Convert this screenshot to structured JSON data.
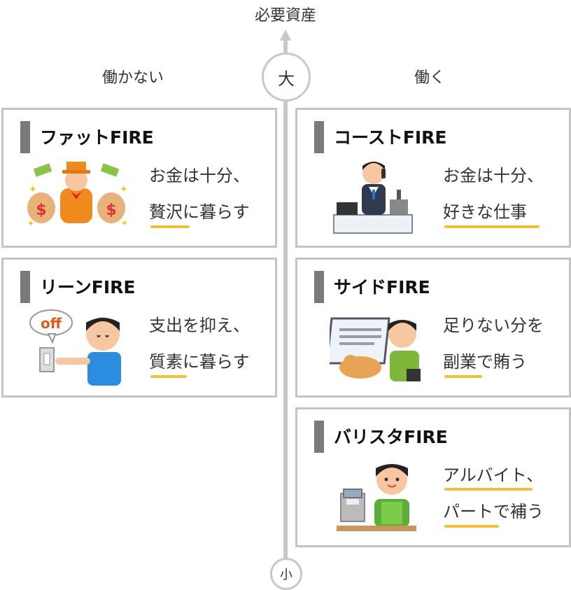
{
  "axis": {
    "title": "必要資産",
    "high_label": "大",
    "low_label": "小"
  },
  "columns": {
    "left_label": "働かない",
    "right_label": "働く"
  },
  "cards": {
    "fat": {
      "title": "ファットFIRE",
      "line1": "お金は十分、",
      "line2": "贅沢に暮らす"
    },
    "coast": {
      "title": "コーストFIRE",
      "line1": "お金は十分、",
      "line2": "好きな仕事"
    },
    "lean": {
      "title": "リーンFIRE",
      "line1": "支出を抑え、",
      "line2": "質素に暮らす",
      "sign_text": "off"
    },
    "side": {
      "title": "サイドFIRE",
      "line1": "足りない分を",
      "line2": "副業で賄う"
    },
    "barista": {
      "title": "バリスタFIRE",
      "line1": "アルバイト、",
      "line2": "パートで補う"
    }
  },
  "colors": {
    "accent_underline": "#f2c037",
    "border": "#c4c4c4",
    "bar": "#7a7a7a"
  }
}
